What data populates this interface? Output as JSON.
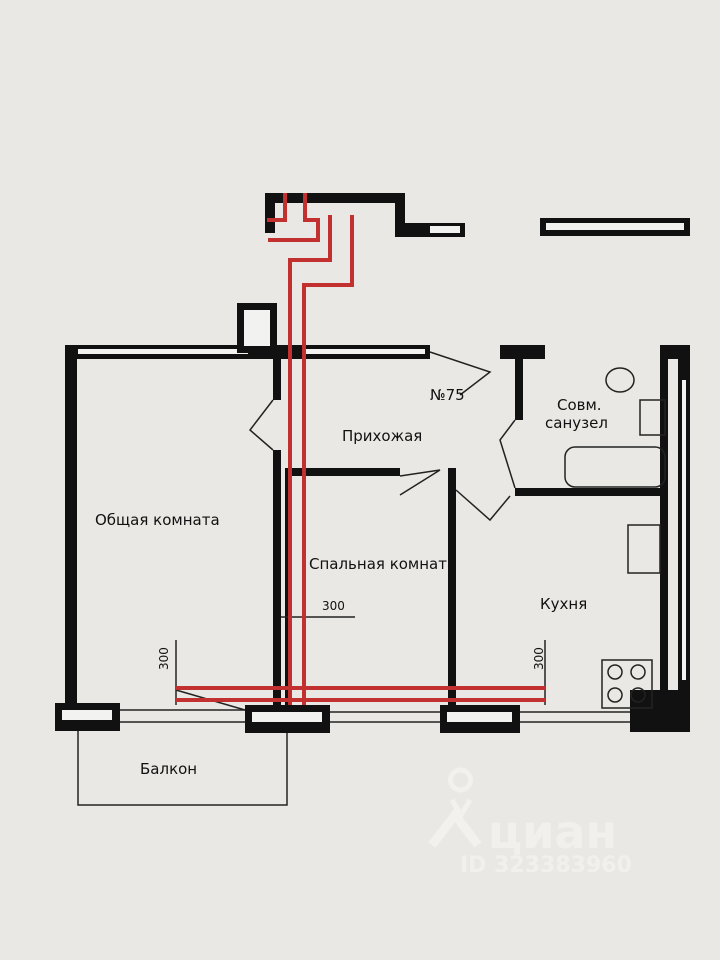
{
  "plan": {
    "apartment_number": "№75",
    "rooms": {
      "hallway": "Прихожая",
      "bathroom_line1": "Совм.",
      "bathroom_line2": "санузел",
      "living_room": "Общая комната",
      "bedroom": "Спальная комната",
      "kitchen": "Кухня",
      "balcony": "Балкон"
    },
    "dimensions": {
      "bedroom_offset": "300",
      "left_window_offset": "300",
      "kitchen_window_offset": "300"
    },
    "colors": {
      "walls": "#111111",
      "pipes": "#c2302f",
      "background": "#e9e8e4"
    }
  },
  "watermark": {
    "brand": "циан",
    "listing_id": "ID 323383960"
  }
}
